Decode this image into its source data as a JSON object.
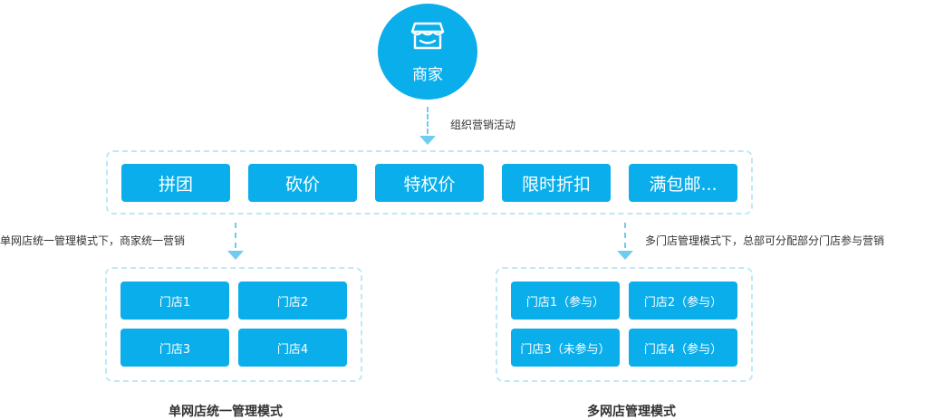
{
  "merchant": {
    "icon": "store-icon",
    "label": "商家"
  },
  "top_note": "组织营销活动",
  "activities": [
    "拼团",
    "砍价",
    "特权价",
    "限时折扣",
    "满包邮..."
  ],
  "single_mode": {
    "note": "单网店统一管理模式下，商家统一营销",
    "stores": [
      "门店1",
      "门店2",
      "门店3",
      "门店4"
    ],
    "caption": "单网店统一管理模式"
  },
  "multi_mode": {
    "note": "多门店管理模式下，总部可分配部分门店参与营销",
    "stores": [
      "门店1（参与）",
      "门店2（参与）",
      "门店3（未参与）",
      "门店4（参与）"
    ],
    "caption": "多网店管理模式"
  },
  "colors": {
    "primary": "#0aaeeb",
    "connector": "#6fcdf0",
    "frame": "#bfe8f7"
  }
}
